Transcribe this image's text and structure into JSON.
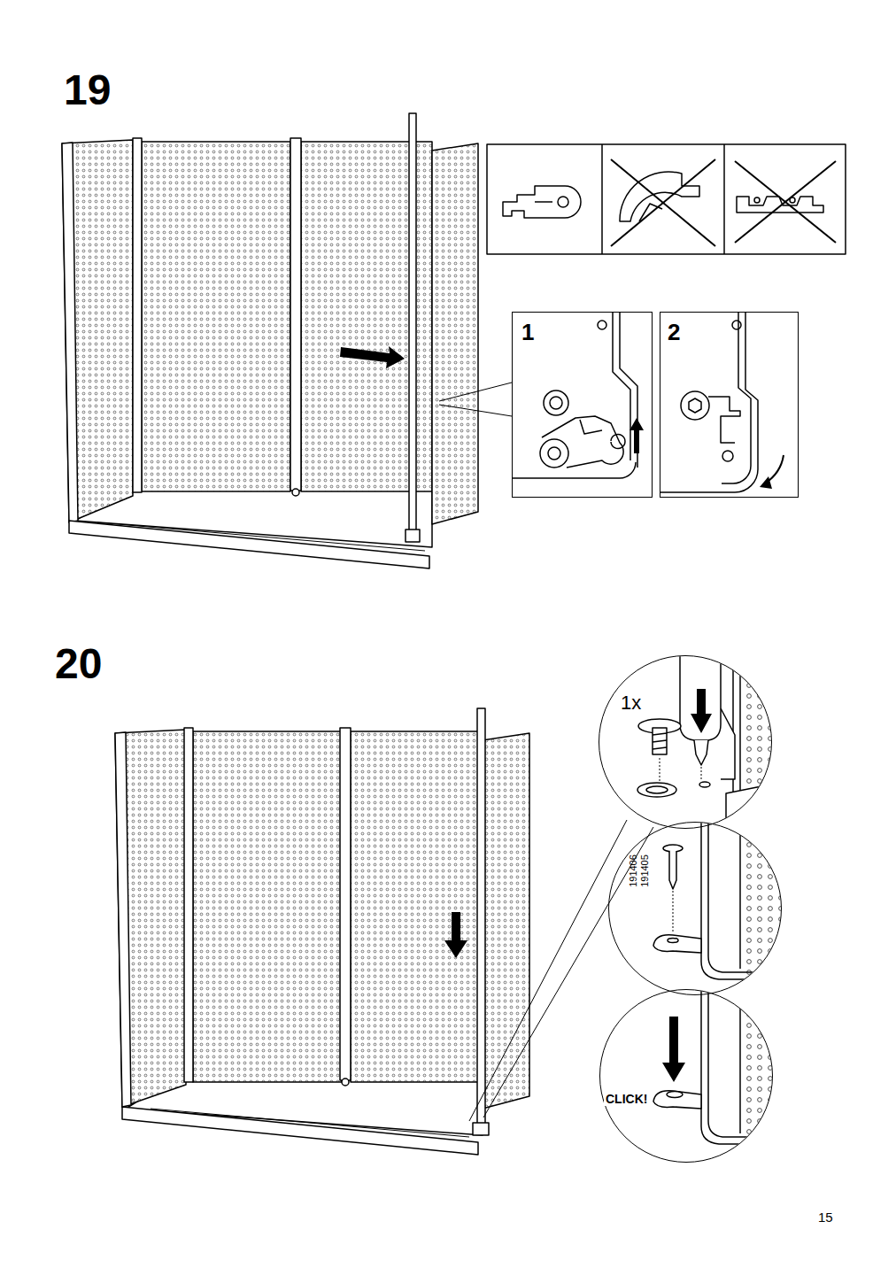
{
  "diagram": {
    "nodes": [
      {
        "text": [
          "1"
        ]
      },
      {
        "text": [
          "2"
        ]
      },
      {
        "text": [
          "1x"
        ]
      },
      {
        "text": [
          "191406",
          "191405"
        ]
      },
      {
        "text": [
          "CLICK!"
        ]
      }
    ],
    "labels": [
      "19",
      "20",
      "15"
    ]
  }
}
